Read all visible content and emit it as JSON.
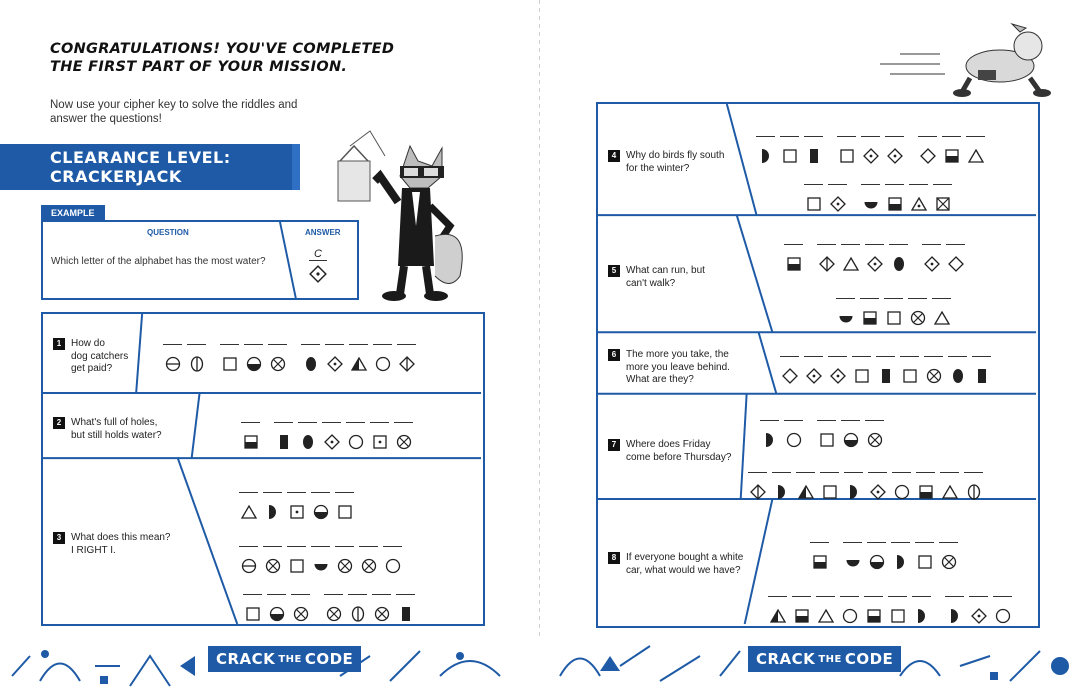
{
  "left": {
    "headline": "CONGRATULATIONS! YOU'VE COMPLETED THE FIRST PART OF YOUR MISSION.",
    "intro": "Now use your cipher key to solve the riddles and answer the questions!",
    "banner": "CLEARANCE LEVEL: CRACKERJACK",
    "example": {
      "tag": "EXAMPLE",
      "question_header": "QUESTION",
      "answer_header": "ANSWER",
      "question": "Which letter of the alphabet has the most water?",
      "answer_letter": "C"
    },
    "questions": [
      {
        "num": "1",
        "text": "How do\ndog catchers\nget paid?"
      },
      {
        "num": "2",
        "text": "What's full of holes,\nbut still holds water?"
      },
      {
        "num": "3",
        "text": "What does this mean?\nI RIGHT I."
      }
    ]
  },
  "right": {
    "questions": [
      {
        "num": "4",
        "text": "Why do birds fly south\nfor the winter?"
      },
      {
        "num": "5",
        "text": "What can run, but\ncan't walk?"
      },
      {
        "num": "6",
        "text": "The more you take, the\nmore you leave behind.\nWhat are they?"
      },
      {
        "num": "7",
        "text": "Where does Friday\ncome before Thursday?"
      },
      {
        "num": "8",
        "text": "If everyone bought a white\ncar, what would we have?"
      }
    ]
  },
  "footer": {
    "crack_left": [
      "CRACK",
      "THE",
      "CODE"
    ],
    "crack_right": [
      "CRACK",
      "THE",
      "CODE"
    ]
  },
  "colors": {
    "brand_blue": "#1e5aa6"
  }
}
